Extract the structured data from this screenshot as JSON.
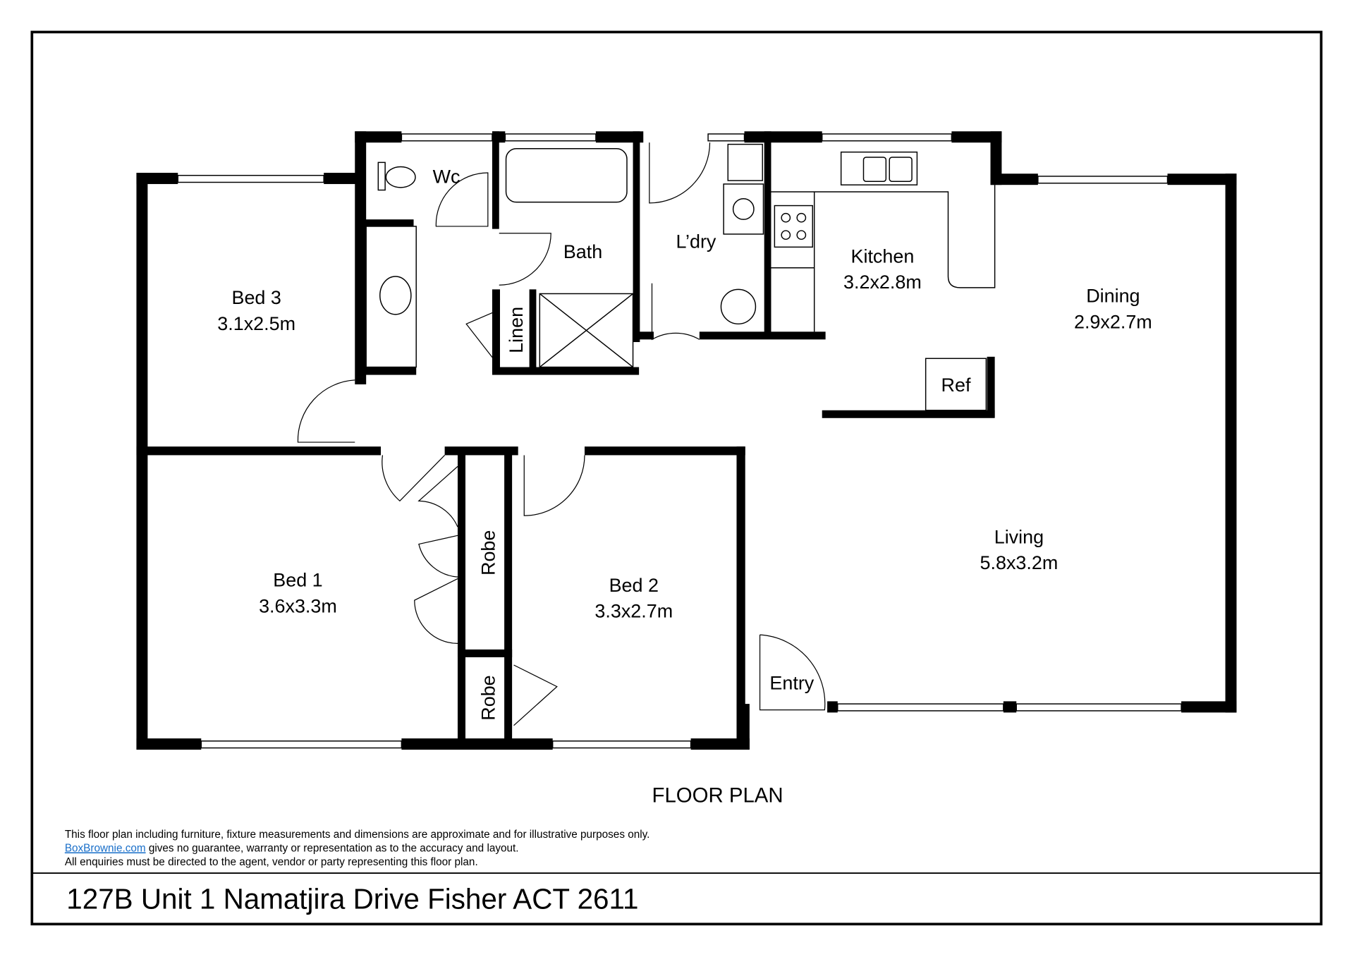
{
  "plan_title": "FLOOR PLAN",
  "address": "127B Unit 1 Namatjira Drive Fisher ACT 2611",
  "disclaimer": {
    "line1": "This floor plan including furniture, fixture measurements and dimensions are approximate and for illustrative purposes only.",
    "link": "BoxBrownie.com",
    "line2_rest": " gives no guarantee, warranty or representation as to the accuracy and layout.",
    "line3": "All enquiries must be directed to the agent, vendor or party representing this floor plan."
  },
  "rooms": {
    "wc": {
      "name": "Wc"
    },
    "bath": {
      "name": "Bath"
    },
    "laundry": {
      "name": "L’dry"
    },
    "linen": {
      "name": "Linen"
    },
    "kitchen": {
      "name": "Kitchen",
      "size": "3.2x2.8m"
    },
    "dining": {
      "name": "Dining",
      "size": "2.9x2.7m"
    },
    "ref": {
      "name": "Ref"
    },
    "bed3": {
      "name": "Bed 3",
      "size": "3.1x2.5m"
    },
    "bed1": {
      "name": "Bed 1",
      "size": "3.6x3.3m"
    },
    "bed2": {
      "name": "Bed 2",
      "size": "3.3x2.7m"
    },
    "robe1": {
      "name": "Robe"
    },
    "robe2": {
      "name": "Robe"
    },
    "living": {
      "name": "Living",
      "size": "5.8x3.2m"
    },
    "entry": {
      "name": "Entry"
    }
  },
  "colors": {
    "link": "#1a6fc9",
    "walls": "#000000"
  }
}
